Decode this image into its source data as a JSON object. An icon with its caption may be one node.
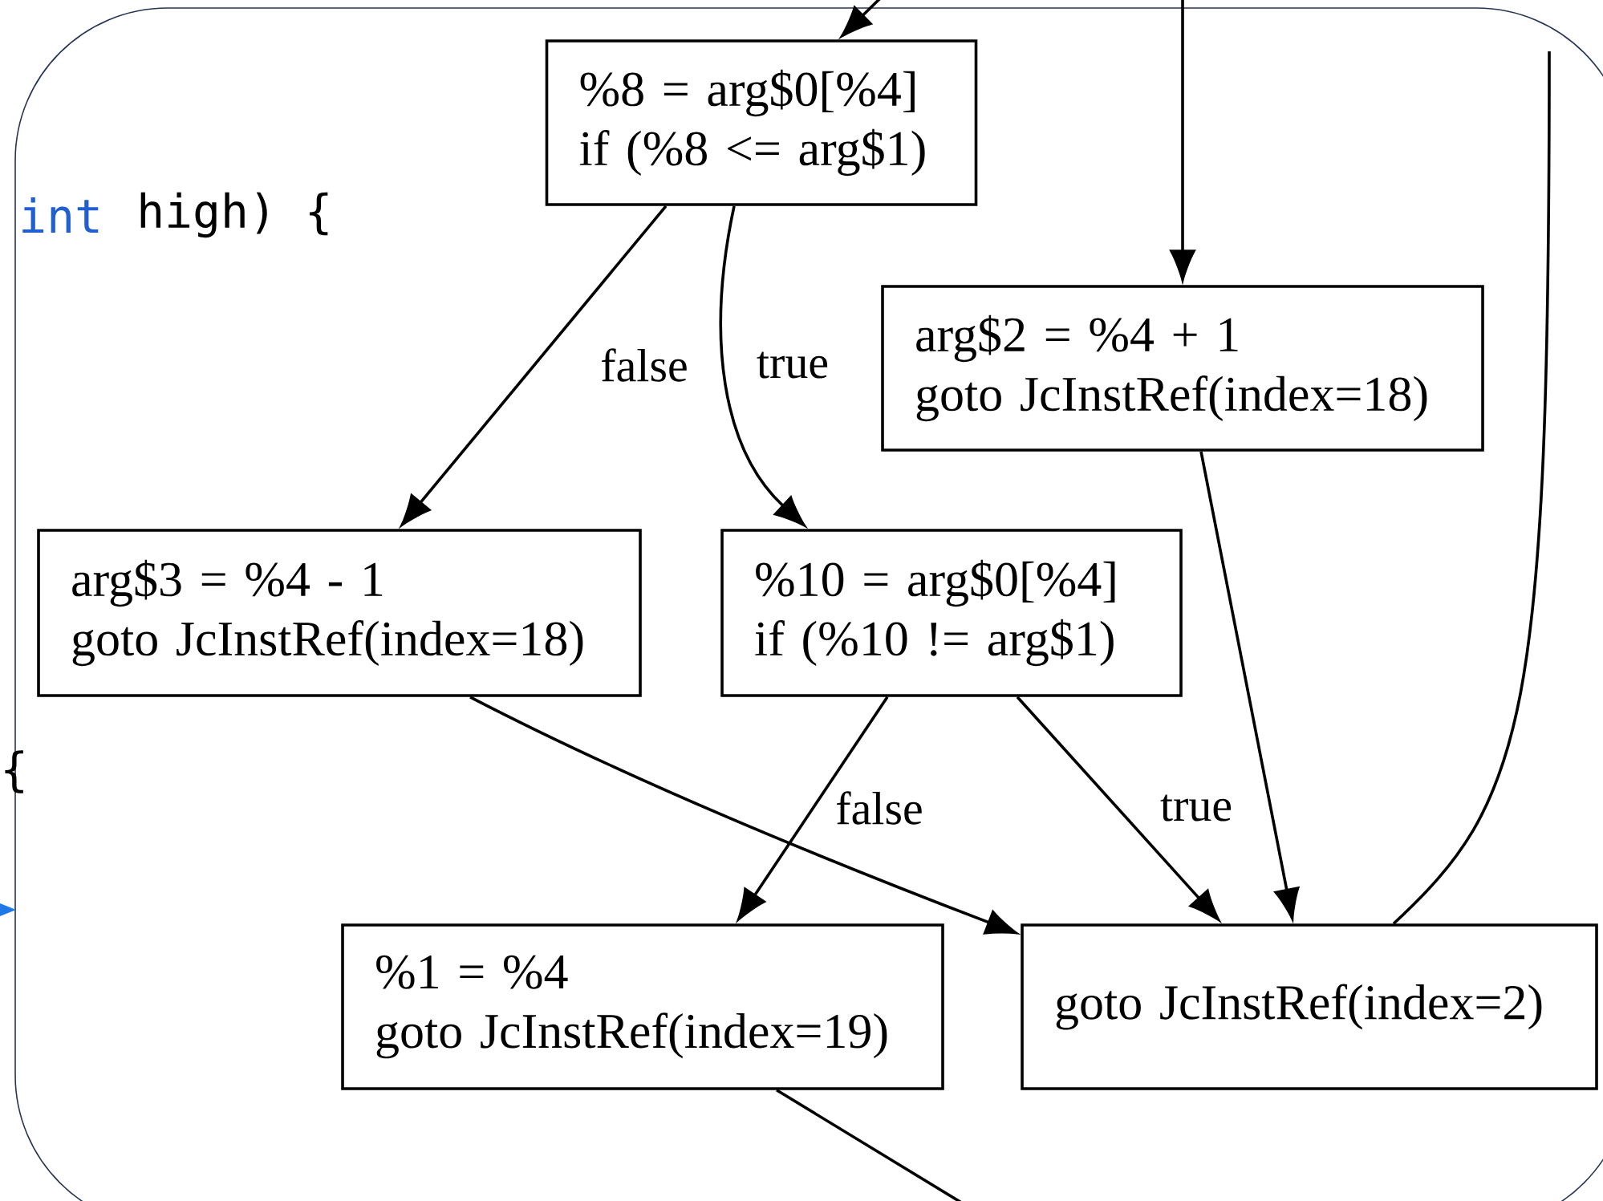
{
  "diagram": {
    "nodes": [
      {
        "text": [
          "%8 = arg$0[%4]",
          "if (%8 <= arg$1)"
        ]
      },
      {
        "text": [
          "arg$2 = %4 + 1",
          "goto JcInstRef(index=18)"
        ]
      },
      {
        "text": [
          "arg$3 = %4 - 1",
          "goto JcInstRef(index=18)"
        ]
      },
      {
        "text": [
          "%10 = arg$0[%4]",
          "if (%10 != arg$1)"
        ]
      },
      {
        "text": [
          "%1 = %4",
          "goto JcInstRef(index=19)"
        ]
      },
      {
        "text": [
          "goto JcInstRef(index=2)"
        ]
      }
    ],
    "edges": [
      {
        "from": null,
        "to": 0,
        "arrow": "to"
      },
      {
        "from": null,
        "to": 1,
        "arrow": "to"
      },
      {
        "from": 0,
        "to": 2,
        "arrow": "to",
        "label": "false"
      },
      {
        "from": 0,
        "to": 3,
        "arrow": "to",
        "label": "true"
      },
      {
        "from": 1,
        "to": 5,
        "arrow": "to"
      },
      {
        "from": 2,
        "to": 5,
        "arrow": "to"
      },
      {
        "from": 3,
        "to": 4,
        "arrow": "to",
        "label": "false"
      },
      {
        "from": 3,
        "to": 5,
        "arrow": "to",
        "label": "true"
      },
      {
        "from": 5,
        "to": null,
        "arrow": "none"
      },
      {
        "from": 4,
        "to": null,
        "arrow": "none"
      }
    ],
    "labels": [
      "int",
      "high) {",
      "{"
    ]
  }
}
